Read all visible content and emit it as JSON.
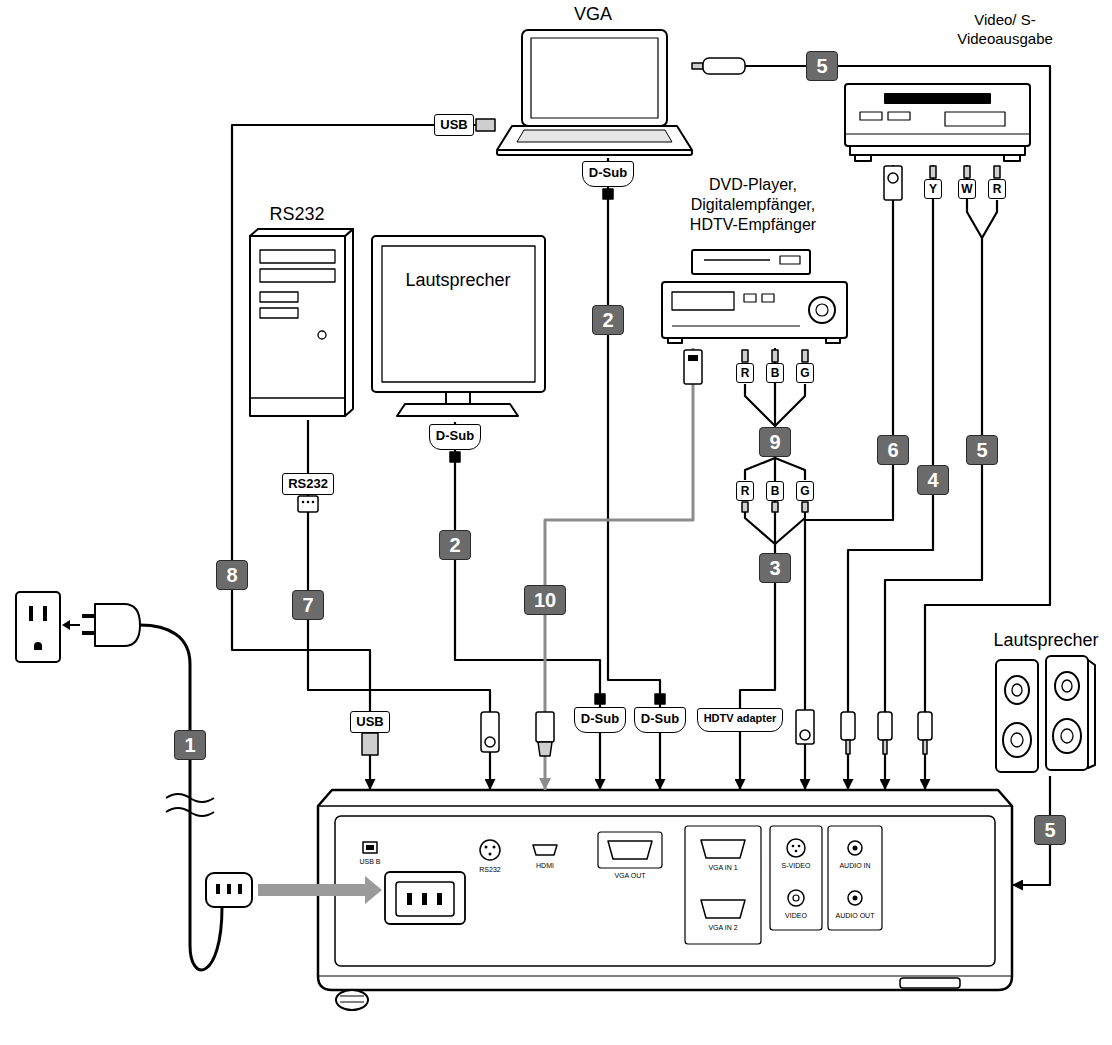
{
  "diagram": {
    "nodes": [
      {
        "text": [
          "VGA"
        ]
      },
      {
        "text": [
          "RS232"
        ]
      },
      {
        "text": [
          "Lautsprecher"
        ]
      },
      {
        "text": [
          "DVD-Player, Digitalempfänger, HDTV-Empfänger"
        ]
      },
      {
        "text": [
          "Video/ S-Videoausgabe"
        ]
      },
      {
        "text": [
          "Lautsprecher"
        ]
      },
      {
        "text": [
          "USB B",
          "RS232",
          "HDMI",
          "VGA OUT",
          "VGA IN 1",
          "VGA IN 2",
          "S-VIDEO",
          "VIDEO",
          "AUDIO IN",
          "AUDIO OUT"
        ]
      }
    ],
    "edges": [
      {
        "from": 0,
        "to": 6,
        "arrow": "to"
      },
      {
        "from": 0,
        "to": 6,
        "arrow": "to"
      },
      {
        "from": 0,
        "to": 6,
        "arrow": "to"
      },
      {
        "from": 1,
        "to": 6,
        "arrow": "to"
      },
      {
        "from": 2,
        "to": 6,
        "arrow": "to"
      },
      {
        "from": 3,
        "to": 6,
        "arrow": "to"
      },
      {
        "from": 3,
        "to": 6,
        "arrow": "to"
      },
      {
        "from": 4,
        "to": 6,
        "arrow": "to"
      },
      {
        "from": 4,
        "to": 6,
        "arrow": "to"
      },
      {
        "from": 4,
        "to": 6,
        "arrow": "to"
      },
      {
        "from": 5,
        "to": 6,
        "arrow": "to"
      }
    ],
    "labels": [
      "USB",
      "5",
      "D-Sub",
      "2",
      "D-Sub",
      "2",
      "R",
      "B",
      "G",
      "Y",
      "W",
      "R",
      "6",
      "4",
      "5",
      "9",
      "R",
      "B",
      "G",
      "3",
      "RS232",
      "7",
      "8",
      "10",
      "1",
      "5",
      "USB",
      "D-Sub",
      "D-Sub",
      "HDTV adapter"
    ]
  }
}
